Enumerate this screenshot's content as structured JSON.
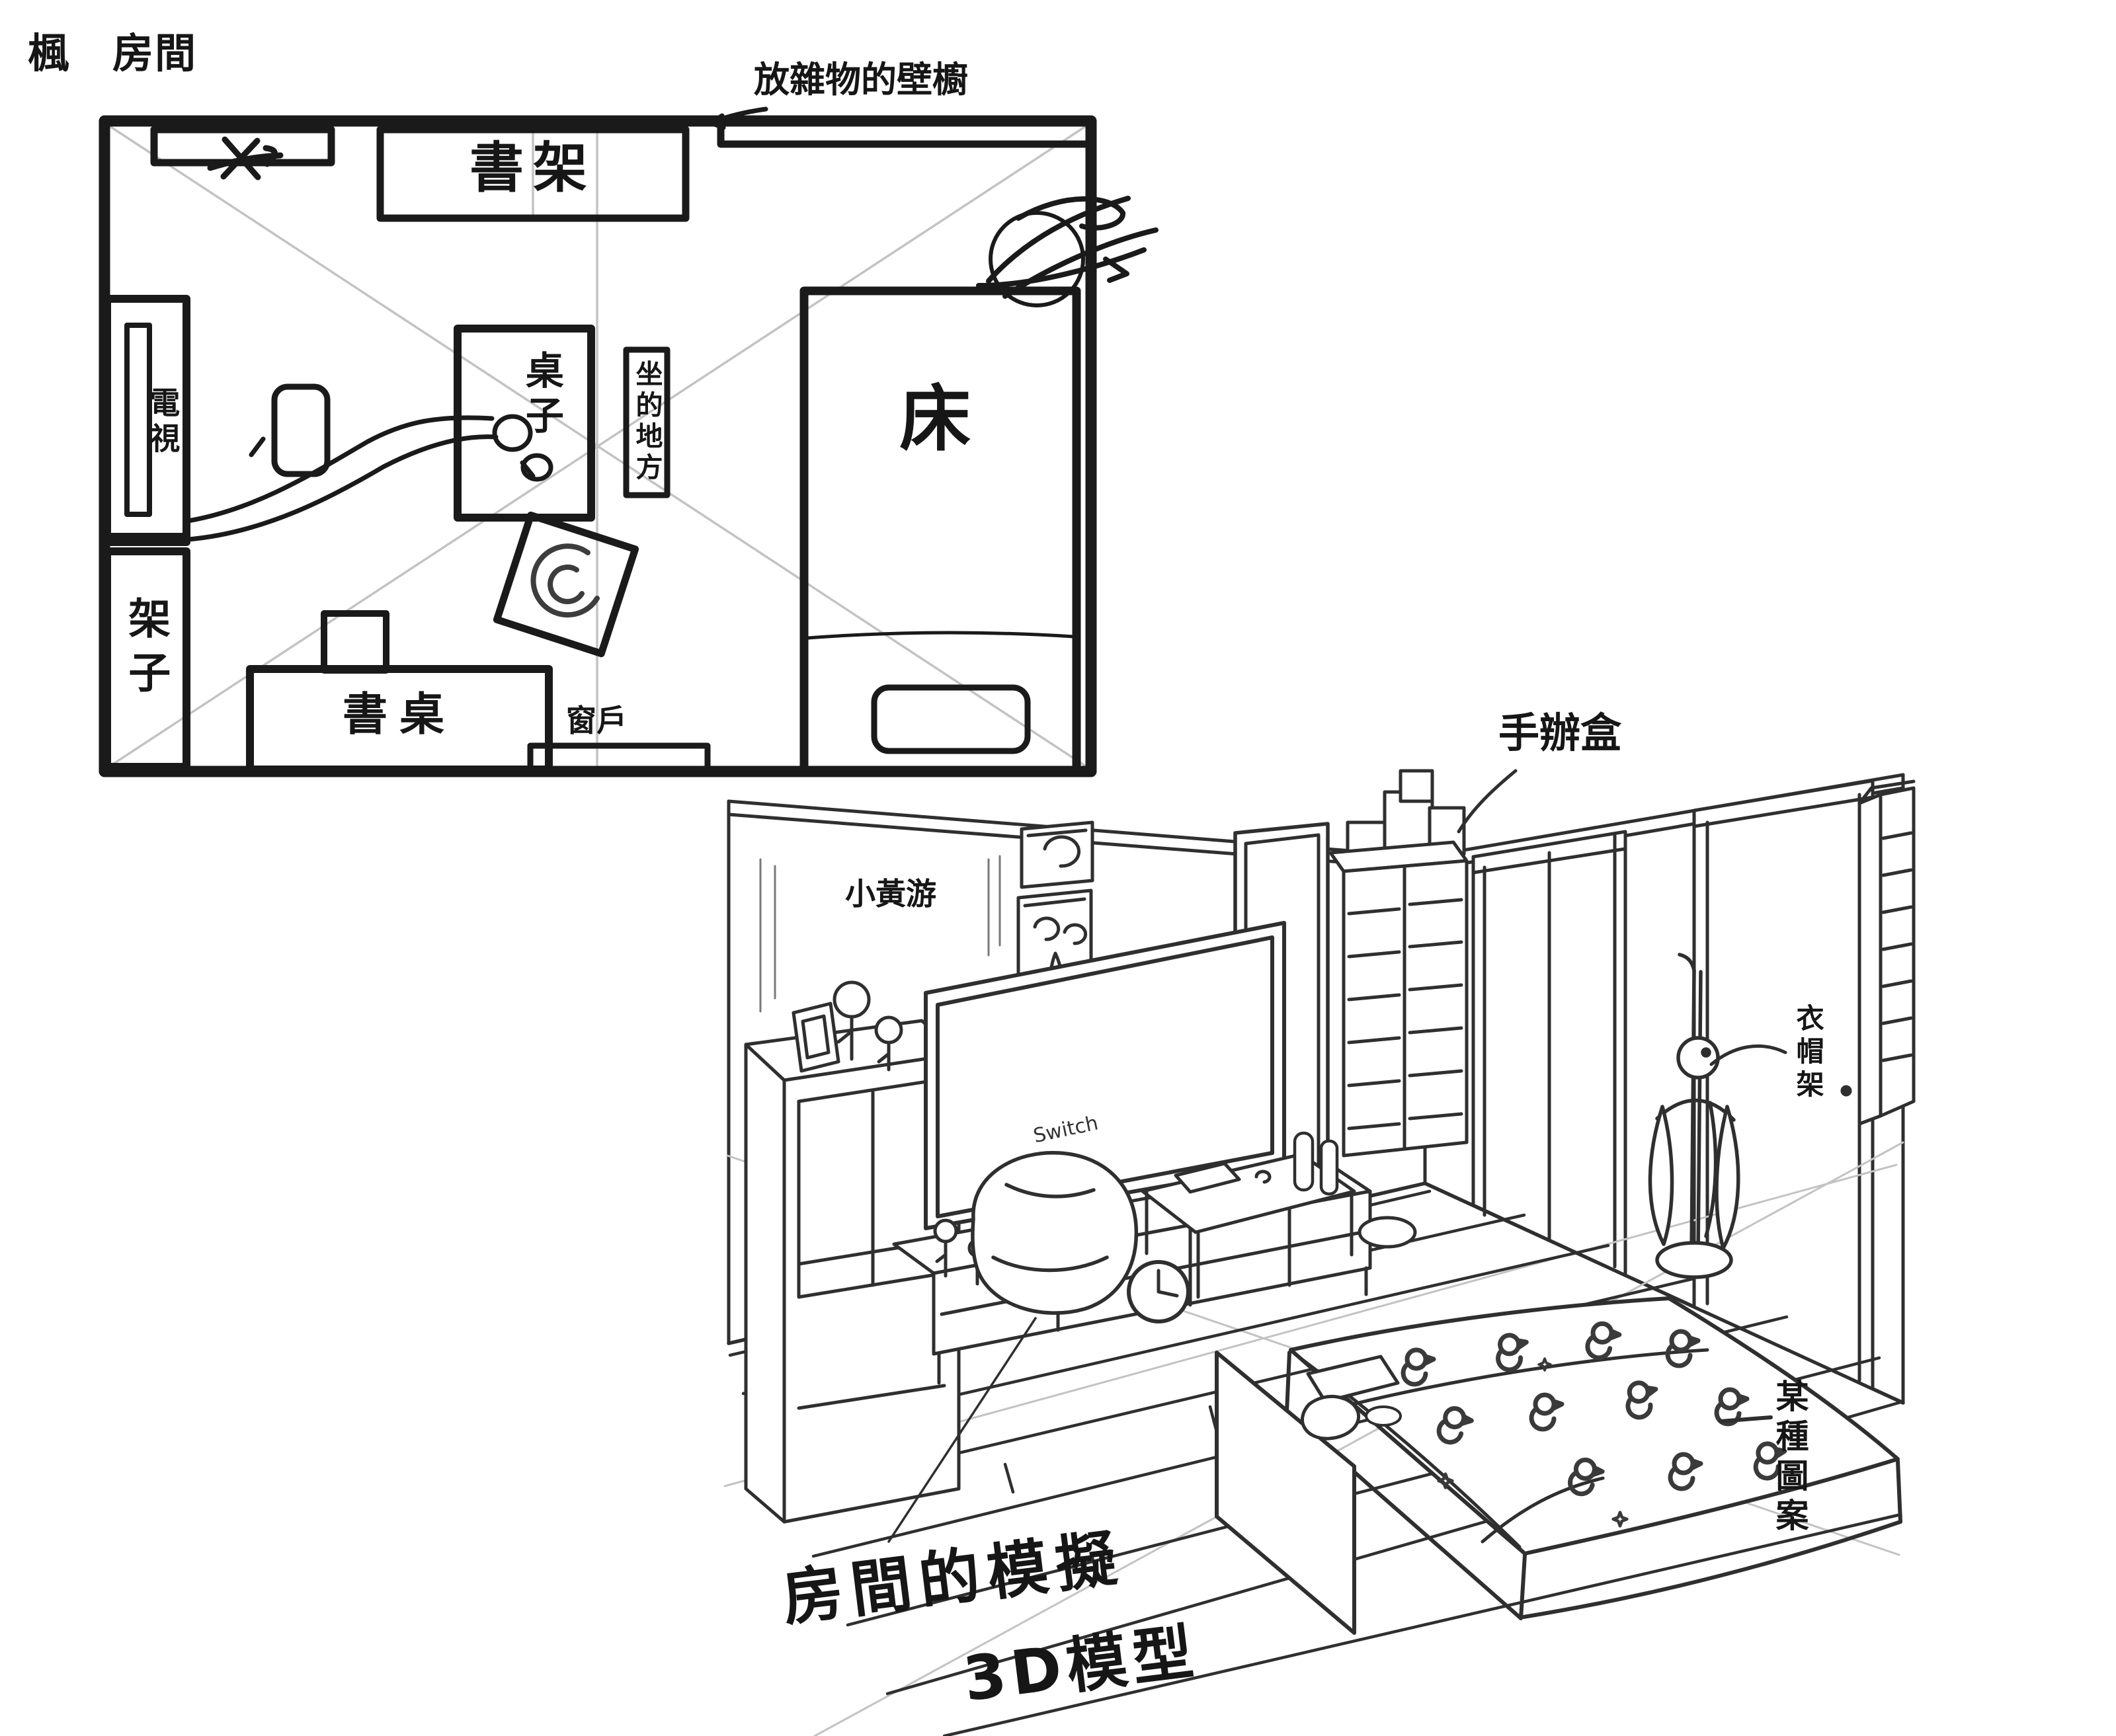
{
  "page": {
    "title": "楓　房間"
  },
  "floor_plan": {
    "labels": {
      "storage_closet": "放雜物的壁櫥",
      "bookshelf": "書架",
      "tv": "電視",
      "rack": "架子",
      "desk": "書桌",
      "window": "窗戶",
      "table": "桌子",
      "sitting_spot": "坐的地方",
      "bed": "床"
    }
  },
  "model_3d": {
    "labels": {
      "little_yellow_duck": "小黃游",
      "figure_boxes": "手辦盒",
      "coat_rack": "衣帽架",
      "some_pattern": "某種圖案",
      "switch_console": "Switch"
    },
    "caption": {
      "line1": "房間的模擬",
      "line2": "3D模型"
    }
  },
  "colors": {
    "ink": "#1a1a1a",
    "pencil": "#2f2f2f",
    "guide": "#c3c3c3",
    "paper": "#ffffff"
  }
}
